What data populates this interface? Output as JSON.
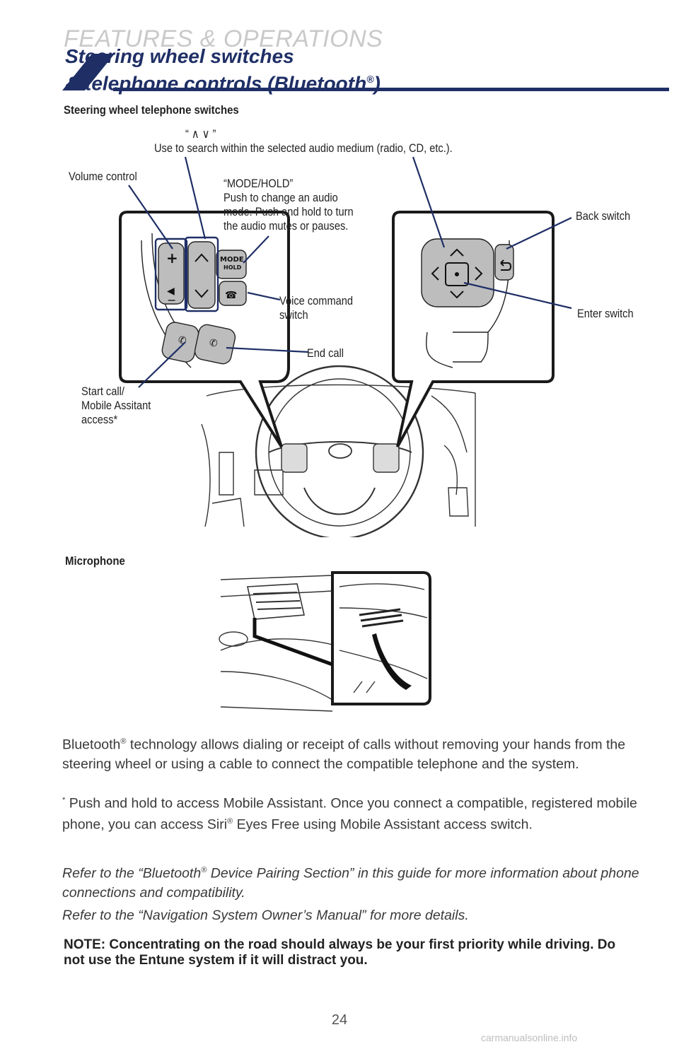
{
  "header": {
    "section": "FEATURES & OPERATIONS",
    "title_line1": "Steering wheel switches",
    "title_line2": "& telephone controls (Bluetooth",
    "title_reg": "®",
    "title_close": ")"
  },
  "steering_figure": {
    "heading": "Steering wheel telephone switches",
    "labels": {
      "arrows": "“ ∧ ∨ ”",
      "arrows_desc": "Use to search within the selected audio medium (radio, CD, etc.).",
      "volume": "Volume control",
      "mode_1": "“MODE/HOLD”",
      "mode_2": "Push to change an audio",
      "mode_3": "mode. Push and hold to turn",
      "mode_4": "the audio mutes or pauses.",
      "back": "Back switch",
      "voice_1": "Voice command",
      "voice_2": "switch",
      "enter": "Enter switch",
      "end_call": "End call",
      "start_1": "Start call/",
      "start_2": "Mobile Assitant",
      "start_3": "access*"
    },
    "button_text": {
      "mode": "MODE",
      "hold": "HOLD"
    }
  },
  "microphone_figure": {
    "heading": "Microphone"
  },
  "body": {
    "p1_a": "Bluetooth",
    "p1_reg": "®",
    "p1_b": " technology allows dialing or receipt of calls without removing your hands from the steering wheel or using a cable to connect the compatible telephone and the system.",
    "p2_star": "*",
    "p2_a": " Push and hold to access Mobile Assistant. Once you connect a compatible, registered mobile phone, you can access Siri",
    "p2_reg": "®",
    "p2_b": " Eyes Free using Mobile Assistant access switch.",
    "p3_a": "Refer to the “Bluetooth",
    "p3_reg": "®",
    "p3_b": " Device Pairing Section” in this guide for more information about phone connections and compatibility.",
    "p4": "Refer to the “Navigation System Owner’s Manual” for more details.",
    "note": "NOTE: Concentrating on the road should always be your first priority while driving. Do not use the Entune system if it will distract you."
  },
  "footer": {
    "page_number": "24",
    "watermark": "carmanualsonline.info"
  }
}
